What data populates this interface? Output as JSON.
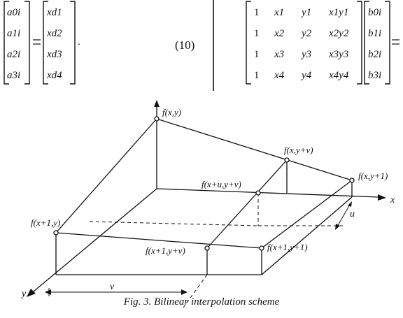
{
  "equations": {
    "left": {
      "lhs": [
        "a0i",
        "a1i",
        "a2i",
        "a3i"
      ],
      "rhs": [
        "xd1",
        "xd2",
        "xd3",
        "xd4"
      ],
      "eq_number": "(10)"
    },
    "right": {
      "matrix_rows": [
        [
          "1",
          "x1",
          "y1",
          "x1y1"
        ],
        [
          "1",
          "x2",
          "y2",
          "x2y2"
        ],
        [
          "1",
          "x3",
          "y3",
          "x3y3"
        ],
        [
          "1",
          "x4",
          "y4",
          "x4y4"
        ]
      ],
      "vector": [
        "b0i",
        "b1i",
        "b2i",
        "b3i"
      ]
    }
  },
  "figure": {
    "labels": {
      "p00": "f(x,y)",
      "p_top_mid": "f(x,y+v)",
      "p01": "f(x,y+1)",
      "p_mid": "f(x+u,y+v)",
      "p10": "f(x+1,y)",
      "p_bottom_mid": "f(x+1,y+v)",
      "p11": "f(x+1,y+1)",
      "axis_x": "x",
      "axis_y": "y",
      "dim_u": "u",
      "dim_v": "v"
    },
    "caption": "Fig. 3. Bilinear interpolation scheme"
  }
}
